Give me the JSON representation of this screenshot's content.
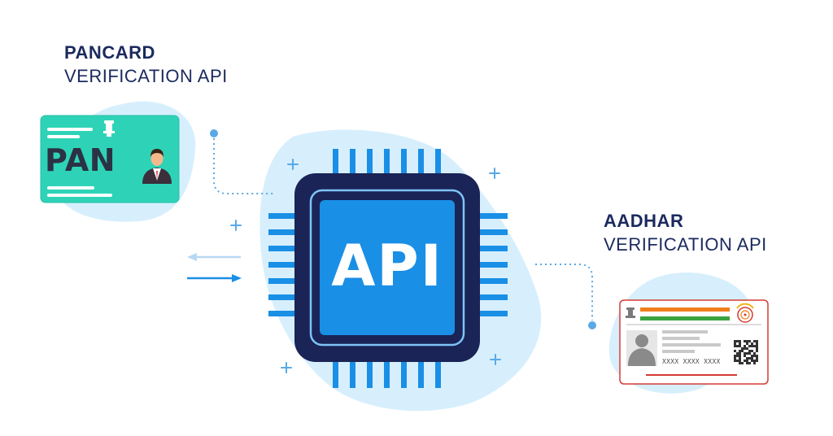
{
  "pan_section": {
    "title_bold": "PANCARD",
    "title_light": "VERIFICATION API",
    "card_label": "PAN",
    "card_color": "#2ed3b7",
    "icons": [
      "emblem-icon",
      "user-avatar-icon"
    ]
  },
  "aadhar_section": {
    "title_bold": "AADHAR",
    "title_light": "VERIFICATION API",
    "card_number": "XXXX XXXX XXXX",
    "stripe_colors": [
      "#f07f1b",
      "#3aa33f"
    ],
    "icons": [
      "emblem-icon",
      "aadhaar-logo-icon",
      "user-avatar-icon",
      "qr-code-icon"
    ]
  },
  "chip": {
    "label": "API",
    "body_color": "#1a2457",
    "core_color": "#1a8fe6",
    "pin_color": "#1a8fe6"
  },
  "connectors": {
    "arrows": [
      "arrow-left",
      "arrow-right"
    ],
    "accent_color": "#5aa9e6",
    "blob_color": "#d7effd"
  }
}
